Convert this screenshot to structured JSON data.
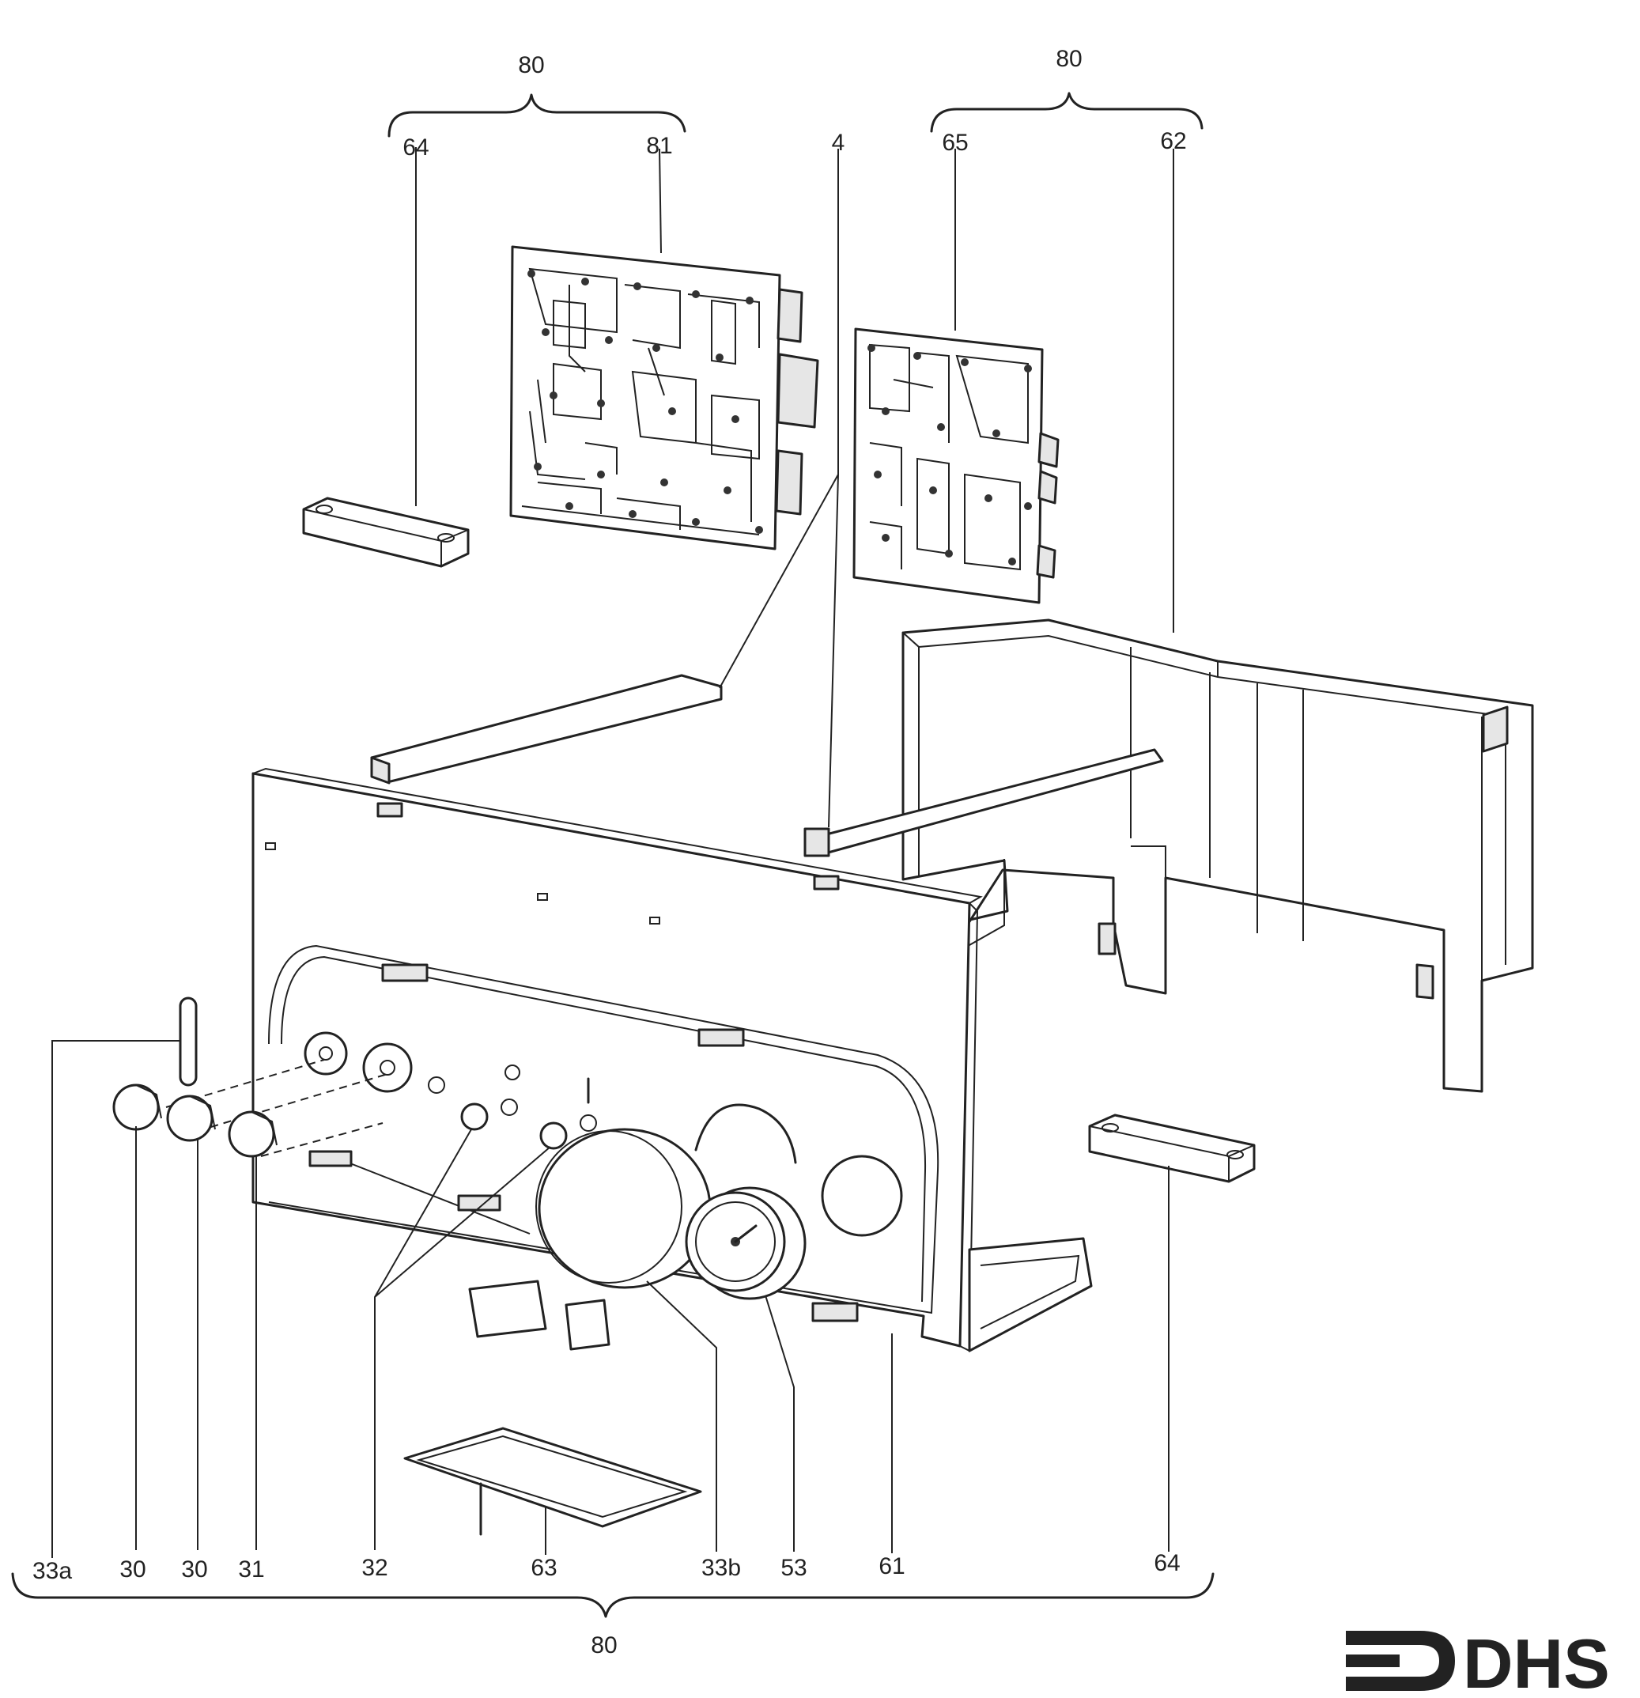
{
  "labels": {
    "top_left_group": "80",
    "top_right_group": "80",
    "bottom_group": "80",
    "p64_top": "64",
    "p81": "81",
    "p4": "4",
    "p65": "65",
    "p62": "62",
    "p33a": "33a",
    "p30a": "30",
    "p30b": "30",
    "p31": "31",
    "p32": "32",
    "p63": "63",
    "p33b": "33b",
    "p53": "53",
    "p61": "61",
    "p64_bottom": "64"
  },
  "logo": {
    "text": "DHS"
  }
}
